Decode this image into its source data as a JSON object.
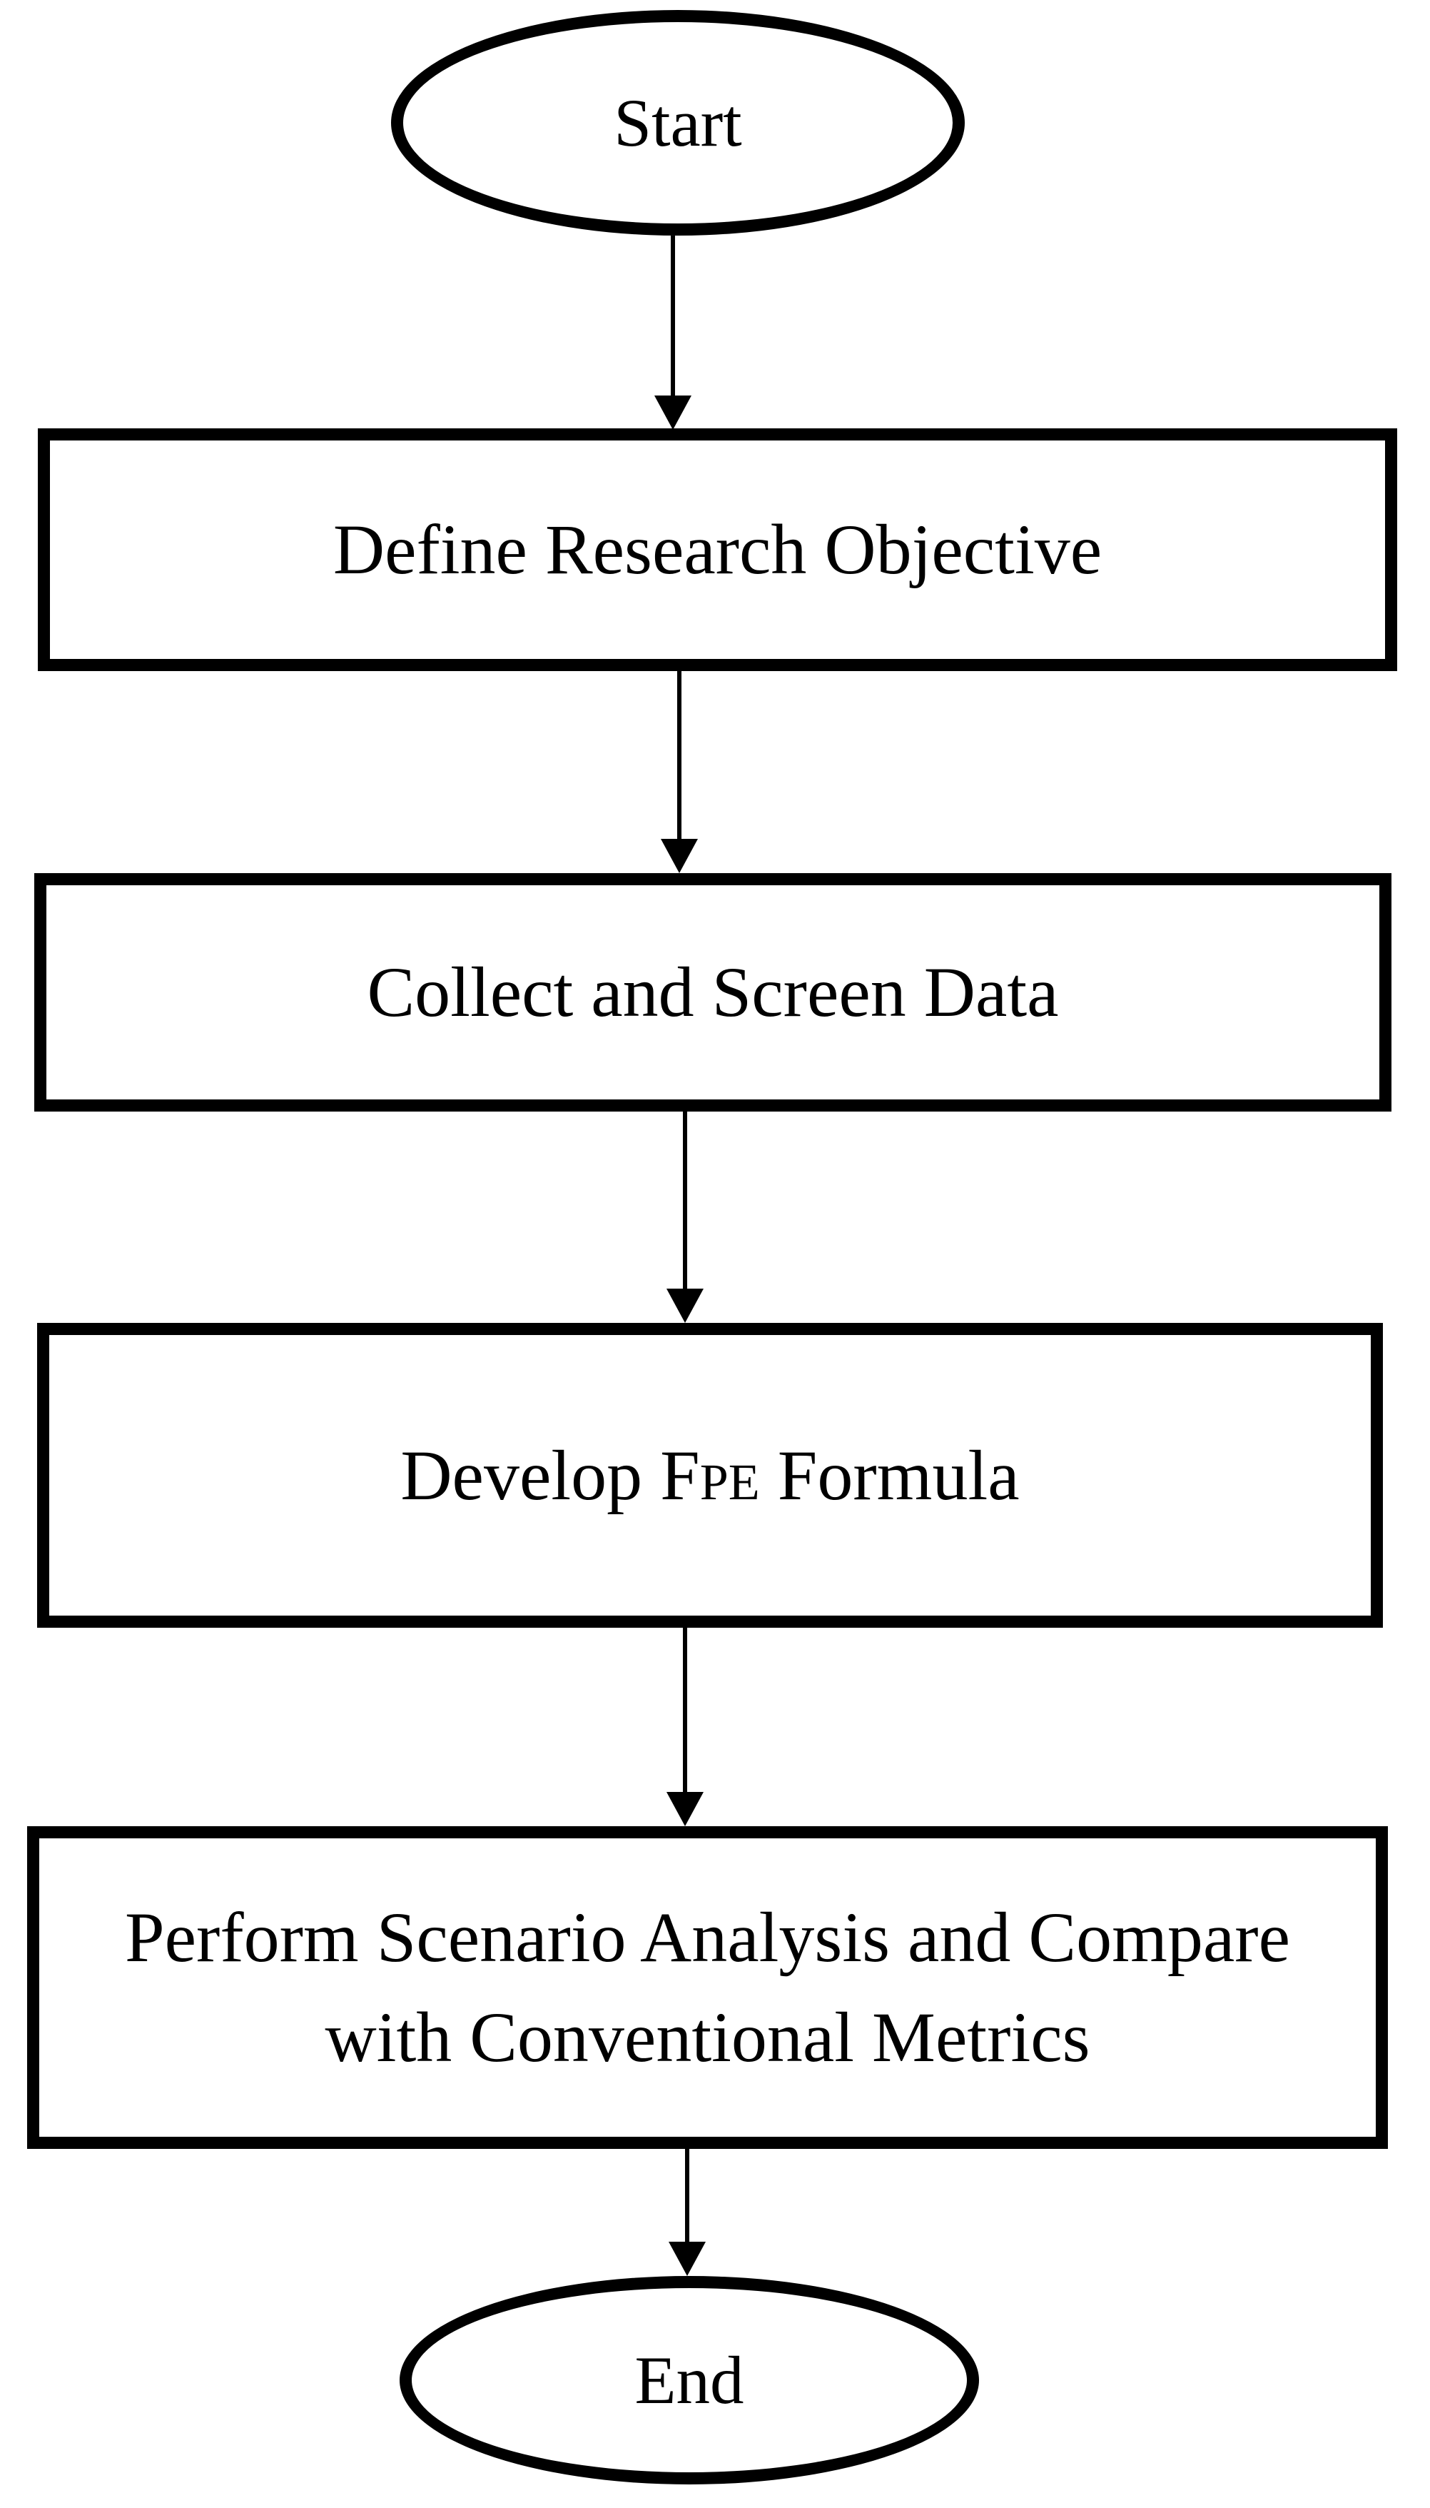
{
  "flowchart": {
    "background": "#ffffff",
    "stroke_color": "#000000",
    "text_color": "#000000",
    "nodes": [
      {
        "id": "start",
        "shape": "oval",
        "label": "Start"
      },
      {
        "id": "define-research-objective",
        "shape": "rectangle",
        "label": "Define Research Objective"
      },
      {
        "id": "collect-and-screen-data",
        "shape": "rectangle",
        "label": "Collect and Screen Data"
      },
      {
        "id": "develop-fpe-formula",
        "shape": "rectangle",
        "label_pre": "Develop F",
        "label_sub": "PE",
        "label_post": " Formula"
      },
      {
        "id": "scenario-analysis",
        "shape": "rectangle",
        "label_lines": [
          "Perform Scenario Analysis and Compare",
          "with Conventional Metrics"
        ]
      },
      {
        "id": "end",
        "shape": "oval",
        "label": "End"
      }
    ],
    "connections": [
      {
        "from": "start",
        "to": "define-research-objective"
      },
      {
        "from": "define-research-objective",
        "to": "collect-and-screen-data"
      },
      {
        "from": "collect-and-screen-data",
        "to": "develop-fpe-formula"
      },
      {
        "from": "develop-fpe-formula",
        "to": "scenario-analysis"
      },
      {
        "from": "scenario-analysis",
        "to": "end"
      }
    ]
  }
}
